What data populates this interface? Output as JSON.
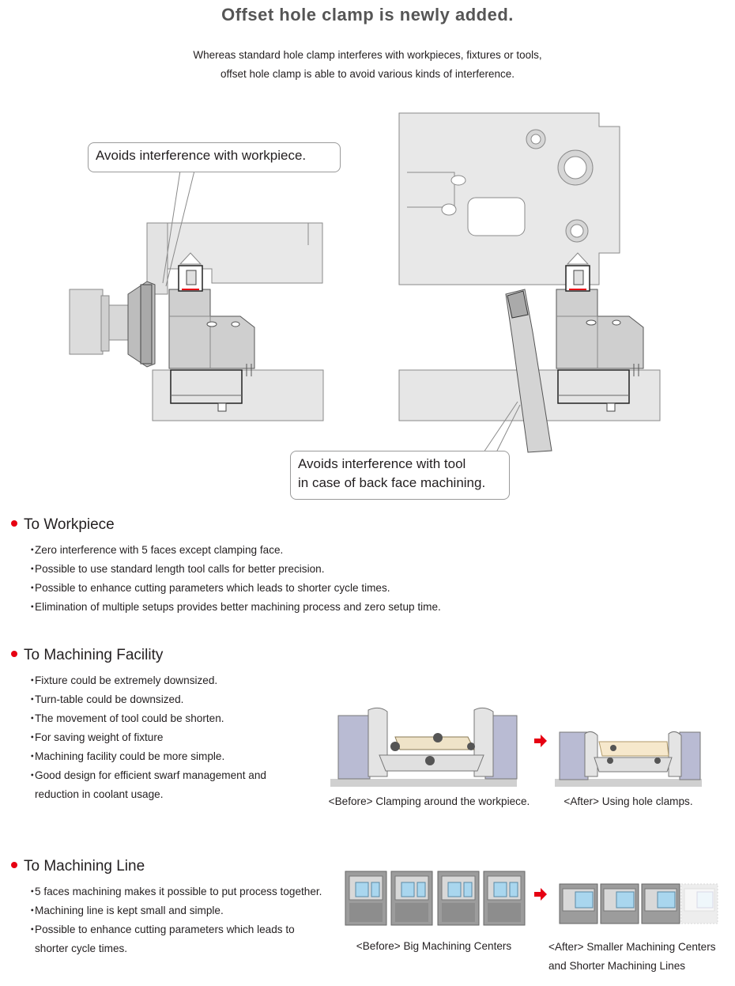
{
  "header": {
    "title": "Offset hole clamp is newly added.",
    "intro_line1": "Whereas standard hole clamp interferes with workpieces, fixtures or tools,",
    "intro_line2": "offset hole clamp is able to avoid various kinds of interference."
  },
  "diagram": {
    "callout_workpiece": "Avoids interference with workpiece.",
    "callout_tool_line1": "Avoids interference with tool",
    "callout_tool_line2": "in case of back face machining."
  },
  "sections": [
    {
      "heading": "To Workpiece",
      "bullets": [
        "Zero interference with 5 faces except clamping face.",
        "Possible to use standard length tool calls for better precision.",
        "Possible to enhance cutting parameters which leads to shorter cycle times.",
        "Elimination of multiple setups provides better machining process and zero setup time."
      ]
    },
    {
      "heading": "To Machining Facility",
      "bullets": [
        "Fixture could be extremely downsized.",
        "Turn-table could be downsized.",
        "The movement of tool could be shorten.",
        "For saving weight of fixture",
        "Machining facility could be more simple.",
        "Good design for efficient swarf management and",
        "reduction in coolant usage."
      ],
      "caption_before": "<Before> Clamping around the workpiece.",
      "caption_after": "<After> Using hole clamps."
    },
    {
      "heading": "To Machining Line",
      "bullets": [
        "5 faces machining makes it possible to put process together.",
        "Machining line is kept small and simple.",
        "Possible to enhance cutting parameters which leads to",
        "shorter cycle times."
      ],
      "caption_before": "<Before> Big Machining Centers",
      "caption_after_line1": "<After> Smaller Machining Centers",
      "caption_after_line2": "and Shorter Machining Lines"
    }
  ],
  "colors": {
    "accent_red": "#e60012",
    "metal_light": "#e6e6e6",
    "metal_mid": "#cfcfcf",
    "machine_purple": "#b9bbd3"
  }
}
